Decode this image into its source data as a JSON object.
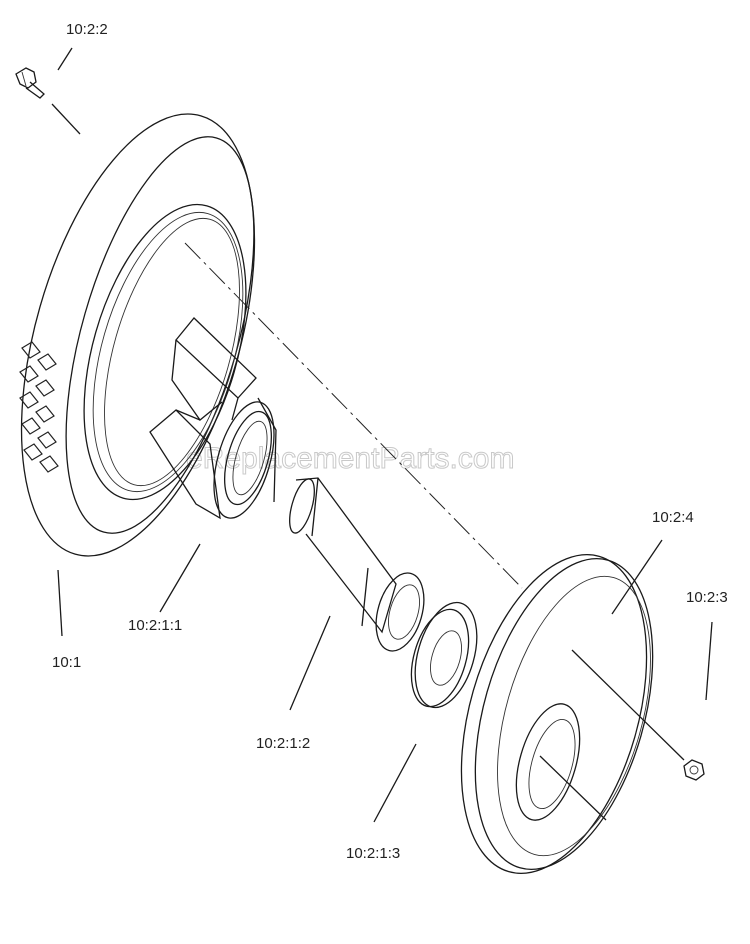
{
  "diagram": {
    "watermark": "eReplacementParts.com",
    "labels": {
      "bolt": "10:2:2",
      "tire": "10:1",
      "hub": "10:2:1:1",
      "spacer": "10:2:1:2",
      "bushing": "10:2:1:3",
      "rim": "10:2:4",
      "nut": "10:2:3"
    }
  }
}
